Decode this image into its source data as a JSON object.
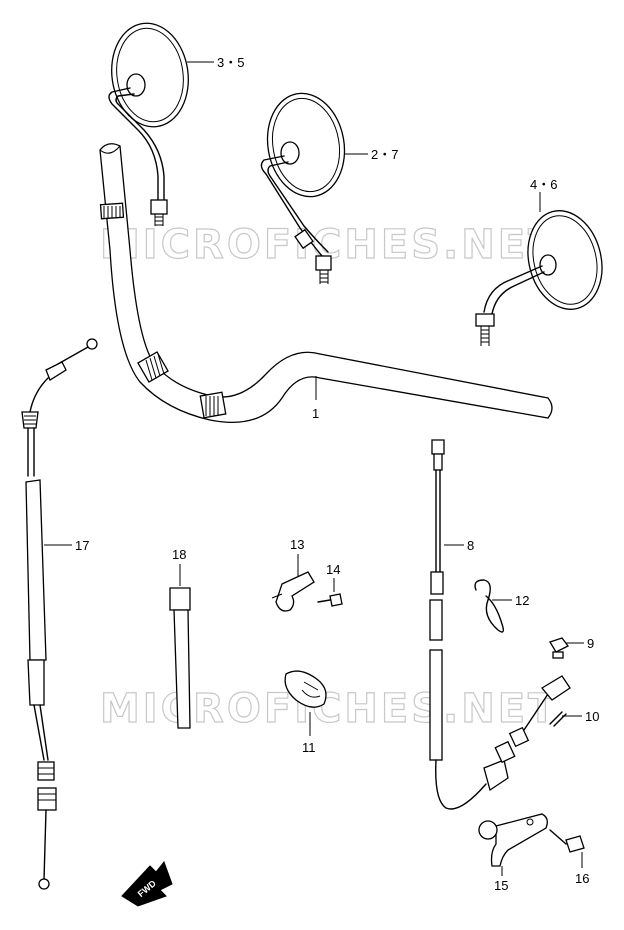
{
  "watermark": {
    "text": "MICROFICHES.NET"
  },
  "fwd_marker": {
    "text": "FWD"
  },
  "callouts": [
    {
      "id": "c-3-5",
      "label": "3・5"
    },
    {
      "id": "c-2-7",
      "label": "2・7"
    },
    {
      "id": "c-4-6",
      "label": "4・6"
    },
    {
      "id": "c-1",
      "label": "1"
    },
    {
      "id": "c-8",
      "label": "8"
    },
    {
      "id": "c-9",
      "label": "9"
    },
    {
      "id": "c-10",
      "label": "10"
    },
    {
      "id": "c-11",
      "label": "11"
    },
    {
      "id": "c-12",
      "label": "12"
    },
    {
      "id": "c-13",
      "label": "13"
    },
    {
      "id": "c-14",
      "label": "14"
    },
    {
      "id": "c-15",
      "label": "15"
    },
    {
      "id": "c-16",
      "label": "16"
    },
    {
      "id": "c-17",
      "label": "17"
    },
    {
      "id": "c-18",
      "label": "18"
    }
  ]
}
